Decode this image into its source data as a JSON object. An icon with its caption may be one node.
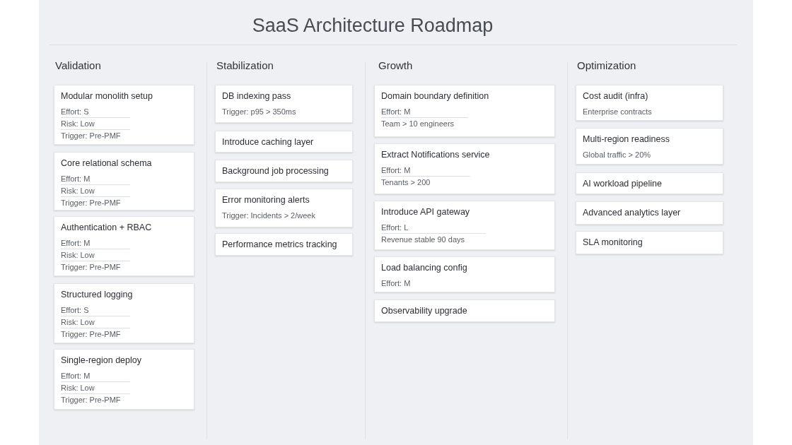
{
  "diagram": {
    "title": "SaaS Architecture Roadmap",
    "nodes": [
      {
        "text": [
          "Modular monolith setup",
          "Effort: S",
          "Risk: Low",
          "Trigger: Pre-PMF"
        ]
      },
      {
        "text": [
          "Core relational schema",
          "Effort: M",
          "Risk: Low",
          "Trigger: Pre-PMF"
        ]
      },
      {
        "text": [
          "Authentication + RBAC",
          "Effort: M",
          "Risk: Low",
          "Trigger: Pre-PMF"
        ]
      },
      {
        "text": [
          "Structured logging",
          "Effort: S",
          "Risk: Low",
          "Trigger: Pre-PMF"
        ]
      },
      {
        "text": [
          "Single-region deploy",
          "Effort: M",
          "Risk: Low",
          "Trigger: Pre-PMF"
        ]
      },
      {
        "text": [
          "DB indexing pass",
          "Trigger: p95 > 350ms"
        ]
      },
      {
        "text": [
          "Introduce caching layer"
        ]
      },
      {
        "text": [
          "Background job processing"
        ]
      },
      {
        "text": [
          "Error monitoring alerts",
          "Trigger: Incidents > 2/week"
        ]
      },
      {
        "text": [
          "Performance metrics tracking"
        ]
      },
      {
        "text": [
          "Domain boundary definition",
          "Effort: M",
          "Team > 10 engineers"
        ]
      },
      {
        "text": [
          "Extract Notifications service",
          "Effort: M",
          "Tenants > 200"
        ]
      },
      {
        "text": [
          "Introduce API gateway",
          "Effort: L",
          "Revenue stable 90 days"
        ]
      },
      {
        "text": [
          "Load balancing config",
          "Effort: M"
        ]
      },
      {
        "text": [
          "Observability upgrade"
        ]
      },
      {
        "text": [
          "Cost audit (infra)",
          "Enterprise contracts"
        ]
      },
      {
        "text": [
          "Multi-region readiness",
          "Global traffic > 20%"
        ]
      },
      {
        "text": [
          "AI workload pipeline"
        ]
      },
      {
        "text": [
          "Advanced analytics layer"
        ]
      },
      {
        "text": [
          "SLA monitoring"
        ]
      }
    ],
    "labels": [
      "Validation",
      "Stabilization",
      "Growth",
      "Optimization"
    ]
  }
}
